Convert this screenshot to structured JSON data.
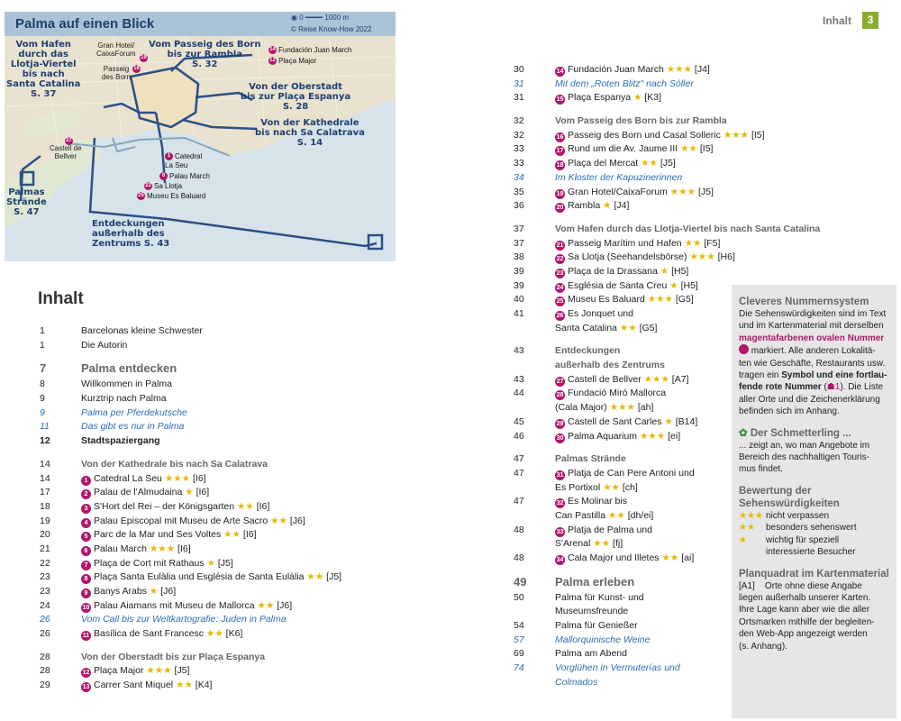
{
  "map": {
    "title": "Palma auf einen Blick",
    "scale": "0 ━━━━ 1000 m",
    "copyright": "© Reise Know-How 2022",
    "routes": [
      {
        "id": "r1",
        "label": "Vom Hafen\ndurch das\nLlotja-Viertel\nbis nach\nSanta Catalina\nS. 37"
      },
      {
        "id": "r2",
        "label": "Vom Passeig des Born\nbis zur Rambla\nS. 32"
      },
      {
        "id": "r3",
        "label": "Von der Oberstadt\nbis zur Plaça Espanya\nS. 28"
      },
      {
        "id": "r4",
        "label": "Von der Kathedrale\nbis nach Sa Calatrava\nS. 14"
      },
      {
        "id": "r5",
        "label": "Palmas\nStrände\nS. 47"
      },
      {
        "id": "r6",
        "label": "Entdeckungen\naußerhalb des\nZentrums S. 43"
      }
    ],
    "places": [
      {
        "id": "p1",
        "text": "Gran Hotel/\nCaixaForum"
      },
      {
        "id": "p2",
        "text": "Passeig\ndes Born"
      },
      {
        "id": "p3",
        "text": "Castell de\nBellver"
      }
    ],
    "pois": [
      {
        "num": "14",
        "text": "Fundación Juan March"
      },
      {
        "num": "12",
        "text": "Plaça Major"
      },
      {
        "num": "19",
        "text": ""
      },
      {
        "num": "18",
        "text": ""
      },
      {
        "num": "27",
        "text": ""
      },
      {
        "num": "1",
        "text": "Catedral\nLa Seu"
      },
      {
        "num": "6",
        "text": "Palau March"
      },
      {
        "num": "22",
        "text": "Sa Llotja"
      },
      {
        "num": "25",
        "text": "Museu Es Baluard"
      }
    ]
  },
  "header": {
    "label": "Inhalt",
    "page": "3"
  },
  "contents_title": "Inhalt",
  "left": [
    {
      "p": "1",
      "t": "Barcelonas kleine Schwester",
      "k": "n"
    },
    {
      "p": "1",
      "t": "Die Autorin",
      "k": "n"
    },
    {
      "p": "7",
      "t": "Palma entdecken",
      "k": "h1"
    },
    {
      "p": "8",
      "t": "Willkommen in Palma",
      "k": "n"
    },
    {
      "p": "9",
      "t": "Kurztrip nach Palma",
      "k": "n"
    },
    {
      "p": "9",
      "t": "Palma per Pferdekutsche",
      "k": "ital"
    },
    {
      "p": "11",
      "t": "Das gibt es nur in Palma",
      "k": "ital"
    },
    {
      "p": "12",
      "t": "Stadtspaziergang",
      "k": "bold"
    },
    {
      "p": "14",
      "t": "Von der Kathedrale bis nach Sa Calatrava",
      "k": "head"
    },
    {
      "p": "14",
      "n": "1",
      "t": "Catedral La Seu",
      "s": "★★★",
      "r": "[I6]"
    },
    {
      "p": "17",
      "n": "2",
      "t": "Palau de l'Almudaina",
      "s": "★",
      "r": "[I6]"
    },
    {
      "p": "18",
      "n": "3",
      "t": "S'Hort del Rei – der Königsgarten",
      "s": "★★",
      "r": "[I6]"
    },
    {
      "p": "19",
      "n": "4",
      "t": "Palau Episcopal mit Museu de Arte Sacro",
      "s": "★★",
      "r": "[J6]"
    },
    {
      "p": "20",
      "n": "5",
      "t": "Parc de la Mar und Ses Voltes",
      "s": "★★",
      "r": "[I6]"
    },
    {
      "p": "21",
      "n": "6",
      "t": "Palau March",
      "s": "★★★",
      "r": "[I6]"
    },
    {
      "p": "22",
      "n": "7",
      "t": "Plaça de Cort mit Rathaus",
      "s": "★",
      "r": "[J5]"
    },
    {
      "p": "23",
      "n": "8",
      "t": "Plaça Santa Eulàlia und Església de Santa Eulàlia",
      "s": "★★",
      "r": "[J5]"
    },
    {
      "p": "23",
      "n": "9",
      "t": "Banys Arabs",
      "s": "★",
      "r": "[J6]"
    },
    {
      "p": "24",
      "n": "10",
      "t": "Palau Aiamans mit Museu de Mallorca",
      "s": "★★",
      "r": "[J6]"
    },
    {
      "p": "26",
      "t": "Vom Call bis zur Weltkartografie: Juden in Palma",
      "k": "ital"
    },
    {
      "p": "26",
      "n": "11",
      "t": "Basílica de Sant Francesc",
      "s": "★★",
      "r": "[K6]"
    },
    {
      "p": "28",
      "t": "Von der Oberstadt bis zur Plaça Espanya",
      "k": "head"
    },
    {
      "p": "28",
      "n": "12",
      "t": "Plaça Major",
      "s": "★★★",
      "r": "[J5]"
    },
    {
      "p": "29",
      "n": "13",
      "t": "Carrer Sant Miquel",
      "s": "★★",
      "r": "[K4]"
    }
  ],
  "right": [
    {
      "p": "30",
      "n": "14",
      "t": "Fundación Juan March",
      "s": "★★★",
      "r": "[J4]"
    },
    {
      "p": "31",
      "t": "Mit dem „Roten Blitz\" nach Sóller",
      "k": "ital"
    },
    {
      "p": "31",
      "n": "15",
      "t": "Plaça Espanya",
      "s": "★",
      "r": "[K3]"
    },
    {
      "p": "32",
      "t": "Vom Passeig des Born bis zur Rambla",
      "k": "head"
    },
    {
      "p": "32",
      "n": "16",
      "t": "Passeig des Born und Casal Solleric",
      "s": "★★★",
      "r": "[I5]"
    },
    {
      "p": "33",
      "n": "17",
      "t": "Rund um die Av. Jaume III",
      "s": "★★",
      "r": "[I5]"
    },
    {
      "p": "33",
      "n": "18",
      "t": "Plaça del Mercat",
      "s": "★★",
      "r": "[J5]"
    },
    {
      "p": "34",
      "t": "Im Kloster der Kapuzinerinnen",
      "k": "ital"
    },
    {
      "p": "35",
      "n": "19",
      "t": "Gran Hotel/CaixaForum",
      "s": "★★★",
      "r": "[J5]"
    },
    {
      "p": "36",
      "n": "20",
      "t": "Rambla",
      "s": "★",
      "r": "[J4]"
    },
    {
      "p": "37",
      "t": "Vom Hafen durch das Llotja-Viertel bis nach Santa Catalina",
      "k": "head"
    },
    {
      "p": "37",
      "n": "21",
      "t": "Passeig Marítim und Hafen",
      "s": "★★",
      "r": "[F5]"
    },
    {
      "p": "38",
      "n": "22",
      "t": "Sa Llotja (Seehandelsbörse)",
      "s": "★★★",
      "r": "[H6]"
    },
    {
      "p": "39",
      "n": "23",
      "t": "Plaça de la Drassana",
      "s": "★",
      "r": "[H5]"
    },
    {
      "p": "39",
      "n": "24",
      "t": "Església de Santa Creu",
      "s": "★",
      "r": "[H5]"
    },
    {
      "p": "40",
      "n": "25",
      "t": "Museu Es Baluard",
      "s": "★★★",
      "r": "[G5]"
    },
    {
      "p": "41",
      "n": "26",
      "t": "Es Jonquet und",
      "k": "n2"
    },
    {
      "p": "",
      "t": "Santa Catalina",
      "s": "★★",
      "r": "[G5]",
      "k": "cont"
    },
    {
      "p": "43",
      "t": "Entdeckungen",
      "k": "head"
    },
    {
      "p": "",
      "t": "außerhalb des Zentrums",
      "k": "headc"
    },
    {
      "p": "43",
      "n": "27",
      "t": "Castell de Bellver",
      "s": "★★★",
      "r": "[A7]"
    },
    {
      "p": "44",
      "n": "28",
      "t": "Fundació Miró Mallorca",
      "k": "n2"
    },
    {
      "p": "",
      "t": "(Cala Major)",
      "s": "★★★",
      "r": "[ah]",
      "k": "cont"
    },
    {
      "p": "45",
      "n": "29",
      "t": "Castell de Sant Carles",
      "s": "★",
      "r": "[B14]"
    },
    {
      "p": "46",
      "n": "30",
      "t": "Palma Aquarium",
      "s": "★★★",
      "r": "[ei]"
    },
    {
      "p": "47",
      "t": "Palmas Strände",
      "k": "head"
    },
    {
      "p": "47",
      "n": "31",
      "t": "Platja de Can Pere Antoni und",
      "k": "n2"
    },
    {
      "p": "",
      "t": "Es Portixol",
      "s": "★★",
      "r": "[ch]",
      "k": "cont"
    },
    {
      "p": "47",
      "n": "32",
      "t": "Es Molinar bis",
      "k": "n2"
    },
    {
      "p": "",
      "t": "Can Pastilla",
      "s": "★★",
      "r": "[dh/ei]",
      "k": "cont"
    },
    {
      "p": "48",
      "n": "33",
      "t": "Platja de Palma und",
      "k": "n2"
    },
    {
      "p": "",
      "t": "S'Arenal",
      "s": "★★",
      "r": "[fj]",
      "k": "cont"
    },
    {
      "p": "48",
      "n": "34",
      "t": "Cala Major und Illetes",
      "s": "★★",
      "r": "[ai]"
    },
    {
      "p": "49",
      "t": "Palma erleben",
      "k": "h1"
    },
    {
      "p": "50",
      "t": "Palma für Kunst- und",
      "k": "n"
    },
    {
      "p": "",
      "t": "Museumsfreunde",
      "k": "n"
    },
    {
      "p": "54",
      "t": "Palma für Genießer",
      "k": "n"
    },
    {
      "p": "57",
      "t": "Mallorquinische Weine",
      "k": "ital"
    },
    {
      "p": "69",
      "t": "Palma am Abend",
      "k": "n"
    },
    {
      "p": "74",
      "t": "Vorglühen in Vermuterías und",
      "k": "ital"
    },
    {
      "p": "",
      "t": "Colmados",
      "k": "ital"
    }
  ],
  "sidebar": {
    "b1_title": "Cleveres Nummernsystem",
    "b1_a": "Die Sehenswürdigkeiten sind im Text",
    "b1_b": "und im Kartenmaterial mit derselben",
    "b1_c": "magentafarbenen ovalen Nummer",
    "b1_d": "markiert. Alle anderen Lokalitä-",
    "b1_e": "ten wie Geschäfte, Restaurants usw.",
    "b1_f1": "tragen ein ",
    "b1_f2": "Symbol und eine fortlau-",
    "b1_g1": "fende rote Nummer",
    "b1_g2": " (",
    "b1_g3": "☗1",
    "b1_g4": "). Die Liste",
    "b1_h": "aller Orte und die Zeichenerklärung",
    "b1_i": "befinden sich im Anhang.",
    "b2_title": "Der Schmetterling ...",
    "b2_a": "... zeigt an, wo man Angebote im",
    "b2_b": "Bereich des nachhaltigen Touris-",
    "b2_c": "mus findet.",
    "b3_title": "Bewertung der Sehenswürdigkeiten",
    "ratings": [
      {
        "s": "★★★",
        "l1": "nicht verpassen",
        "l2": ""
      },
      {
        "s": "★★",
        "l1": "besonders sehenswert",
        "l2": ""
      },
      {
        "s": "★",
        "l1": "wichtig für speziell",
        "l2": "interessierte Besucher"
      }
    ],
    "b4_title": "Planquadrat im Kartenmaterial",
    "b4_code": "[A1]",
    "b4_a": "Orte ohne diese Angabe",
    "b4_b": "liegen außerhalb unserer Karten.",
    "b4_c": "Ihre Lage kann aber wie die aller",
    "b4_d": "Ortsmarken mithilfe der begleiten-",
    "b4_e": "den Web-App angezeigt werden",
    "b4_f": "(s. Anhang)."
  },
  "colors": {
    "magenta": "#b0166b",
    "star": "#e6b800",
    "route": "#2d4f85",
    "green": "#8aac2d"
  }
}
